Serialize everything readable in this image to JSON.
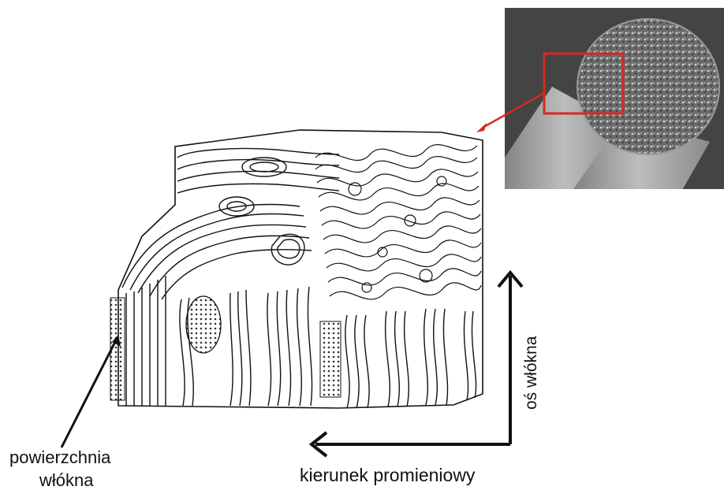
{
  "labels": {
    "surface_line1": "powierzchnia",
    "surface_line2": "włókna",
    "radial_direction": "kierunek promieniowy",
    "fiber_axis": "oś włókna"
  },
  "colors": {
    "ink": "#111111",
    "callout_red": "#d42a22",
    "sem_background": "#3a3a3a",
    "sem_fiber": "#a8a8a8"
  },
  "icons": {
    "up_arrow": "arrow-up-icon",
    "left_arrow": "arrow-left-icon",
    "pointer": "pointer-line-icon"
  }
}
